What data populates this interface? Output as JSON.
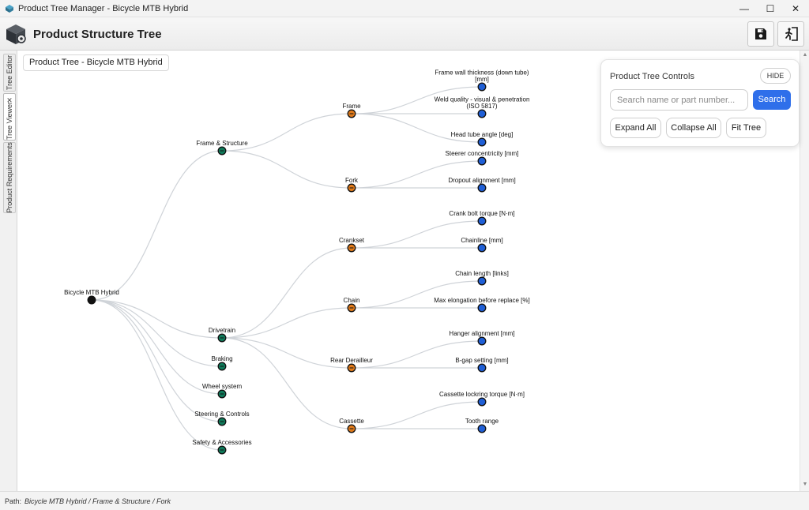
{
  "window": {
    "title": "Product Tree Manager - Bicycle MTB Hybrid",
    "minimize_glyph": "—",
    "maximize_glyph": "☐",
    "close_glyph": "✕"
  },
  "header": {
    "title": "Product Structure Tree",
    "save_icon": "floppy-disk-icon",
    "exit_icon": "exit-door-icon"
  },
  "side_tabs": [
    {
      "label": "Tree Editor",
      "active": false
    },
    {
      "label": "Tree Viewer",
      "active": true,
      "close": "✕"
    },
    {
      "label": "Product Requirements",
      "active": false
    }
  ],
  "canvas": {
    "tree_title": "Product Tree - Bicycle MTB Hybrid"
  },
  "controls": {
    "title": "Product Tree Controls",
    "hide_label": "HIDE",
    "search_placeholder": "Search name or part number...",
    "search_label": "Search",
    "expand_label": "Expand All",
    "collapse_label": "Collapse All",
    "fit_label": "Fit Tree"
  },
  "status": {
    "label": "Path:",
    "path": "Bicycle MTB Hybrid / Frame & Structure / Fork"
  },
  "colors": {
    "root": "#111111",
    "category": "#0f7a5a",
    "component": "#e07a1a",
    "requirement": "#1f5fd6",
    "link": "#cfd3d8",
    "accent": "#2f6fea"
  },
  "tree": {
    "name": "Bicycle MTB Hybrid",
    "children": [
      {
        "name": "Frame & Structure",
        "children": [
          {
            "name": "Frame",
            "children": [
              {
                "name": "Frame wall thickness (down tube) [mm]",
                "lines": [
                  "Frame wall thickness (down tube)",
                  "[mm]"
                ]
              },
              {
                "name": "Weld quality - visual & penetration (ISO 5817)",
                "lines": [
                  "Weld quality - visual & penetration",
                  "(ISO 5817)"
                ]
              },
              {
                "name": "Head tube angle [deg]"
              }
            ]
          },
          {
            "name": "Fork",
            "children": [
              {
                "name": "Steerer concentricity [mm]"
              },
              {
                "name": "Dropout alignment [mm]"
              }
            ]
          }
        ]
      },
      {
        "name": "Drivetrain",
        "children": [
          {
            "name": "Crankset",
            "children": [
              {
                "name": "Crank bolt torque [N·m]"
              },
              {
                "name": "Chainline [mm]"
              }
            ]
          },
          {
            "name": "Chain",
            "children": [
              {
                "name": "Chain length [links]"
              },
              {
                "name": "Max elongation before replace [%]"
              }
            ]
          },
          {
            "name": "Rear Derailleur",
            "children": [
              {
                "name": "Hanger alignment [mm]"
              },
              {
                "name": "B-gap setting [mm]"
              }
            ]
          },
          {
            "name": "Cassette",
            "children": [
              {
                "name": "Cassette lockring torque [N·m]"
              },
              {
                "name": "Tooth range"
              }
            ]
          }
        ]
      },
      {
        "name": "Braking",
        "children": []
      },
      {
        "name": "Wheel system",
        "children": []
      },
      {
        "name": "Steering & Controls",
        "children": []
      },
      {
        "name": "Safety & Accessories",
        "children": []
      }
    ]
  }
}
